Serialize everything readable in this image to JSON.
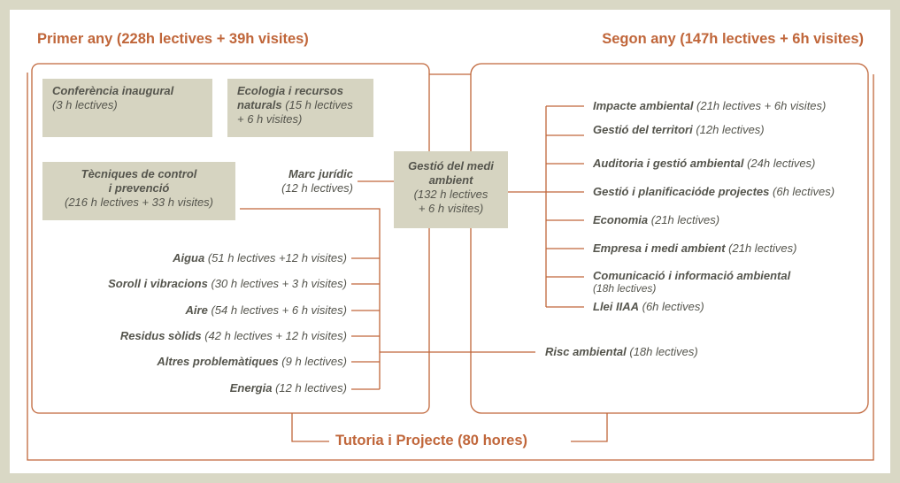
{
  "headings": {
    "first_year": "Primer any (228h lectives + 39h visites)",
    "second_year": "Segon any (147h lectives + 6h visites)",
    "tutoria": "Tutoria i Projecte (80 hores)"
  },
  "boxes": {
    "conferencia": {
      "title": "Conferència inaugural",
      "detail": "(3 h lectives)"
    },
    "ecologia": {
      "title_1": "Ecologia i recursos",
      "title_2": "naturals",
      "detail_1": " (15 h lectives",
      "detail_2": "+ 6 h visites)"
    },
    "tecniques": {
      "title_1": "Tècniques de control",
      "title_2": "i prevenció",
      "detail": "(216 h lectives + 33 h visites)"
    },
    "gestio": {
      "title_1": "Gestió del medi",
      "title_2": "ambient",
      "detail_1": "(132 h lectives",
      "detail_2": "+ 6 h visites)"
    }
  },
  "marc": {
    "title": "Marc jurídic",
    "detail": "(12 h lectives)"
  },
  "left_items": [
    {
      "name": "Aigua",
      "detail": " (51 h lectives +12 h visites)"
    },
    {
      "name": "Soroll i vibracions",
      "detail": " (30 h lectives + 3 h visites)"
    },
    {
      "name": "Aire",
      "detail": " (54 h lectives + 6 h visites)"
    },
    {
      "name": "Residus sòlids",
      "detail": " (42 h lectives + 12 h visites)"
    },
    {
      "name": "Altres problemàtiques",
      "detail": " (9 h lectives)"
    },
    {
      "name": "Energia",
      "detail": " (12 h lectives)"
    }
  ],
  "right_items": [
    {
      "name": "Impacte ambiental",
      "detail": " (21h lectives + 6h visites)"
    },
    {
      "name": "Gestió del territori",
      "detail": " (12h lectives)"
    },
    {
      "name": "Auditoria i gestió ambiental",
      "detail": " (24h lectives)"
    },
    {
      "name": "Gestió i planificacióde projectes",
      "detail": " (6h lectives)"
    },
    {
      "name": "Economia",
      "detail": " (21h lectives)"
    },
    {
      "name": "Empresa i medi ambient",
      "detail": " (21h lectives)"
    },
    {
      "name": "Comunicació i informació ambiental",
      "detail": "(18h lectives)"
    },
    {
      "name": "Llei IIAA",
      "detail": " (6h lectives)"
    }
  ],
  "risc": {
    "name": "Risc ambiental",
    "detail": " (18h lectives)"
  },
  "colors": {
    "accent": "#c0663a",
    "box": "#d6d4c1",
    "frame": "#d9d8c5",
    "text": "#55554d"
  }
}
